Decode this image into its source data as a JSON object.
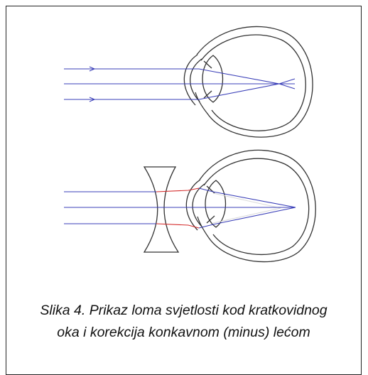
{
  "figure": {
    "caption_line1": "Slika 4. Prikaz loma svjetlosti kod kratkovidnog",
    "caption_line2": "oka i korekcija konkavnom (minus) lećom"
  },
  "colors": {
    "frame": "#222222",
    "eye_outline": "#333333",
    "light_ray": "#3a3fb8",
    "refracted_ray": "#d42a2a",
    "caption_text": "#111111"
  },
  "panels": [
    {
      "id": "uncorrected-myopic-eye",
      "lens": "none",
      "rays": 3,
      "arrowheads": true
    },
    {
      "id": "corrected-with-concave-lens",
      "lens": "concave",
      "rays": 3,
      "arrowheads": false
    }
  ]
}
